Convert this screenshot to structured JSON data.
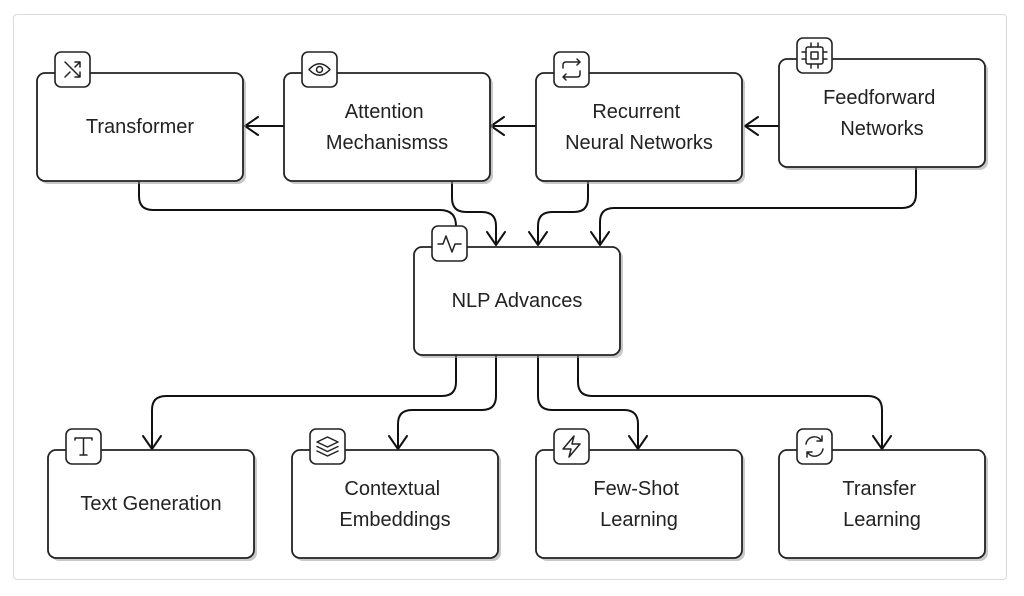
{
  "nodes": {
    "transformer": {
      "lines": [
        "Transformer"
      ],
      "icon": "shuffle-icon"
    },
    "attention": {
      "lines": [
        "Attention",
        "Mechanismss"
      ],
      "icon": "eye-icon"
    },
    "recurrent": {
      "lines": [
        "Recurrent",
        "Neural Networks"
      ],
      "icon": "repeat-icon"
    },
    "feedforward": {
      "lines": [
        "Feedforward",
        "Networks"
      ],
      "icon": "cpu-icon"
    },
    "nlp": {
      "lines": [
        "NLP Advances"
      ],
      "icon": "activity-icon"
    },
    "textgen": {
      "lines": [
        "Text Generation"
      ],
      "icon": "type-icon"
    },
    "contextual": {
      "lines": [
        "Contextual",
        "Embeddings"
      ],
      "icon": "layers-icon"
    },
    "fewshot": {
      "lines": [
        "Few-Shot",
        "Learning"
      ],
      "icon": "zap-icon"
    },
    "transfer": {
      "lines": [
        "Transfer",
        "Learning"
      ],
      "icon": "refresh-icon"
    }
  },
  "edges": [
    {
      "from": "attention",
      "to": "transformer"
    },
    {
      "from": "recurrent",
      "to": "attention"
    },
    {
      "from": "feedforward",
      "to": "recurrent"
    },
    {
      "from": "transformer",
      "to": "nlp"
    },
    {
      "from": "attention",
      "to": "nlp"
    },
    {
      "from": "recurrent",
      "to": "nlp"
    },
    {
      "from": "feedforward",
      "to": "nlp"
    },
    {
      "from": "nlp",
      "to": "textgen"
    },
    {
      "from": "nlp",
      "to": "contextual"
    },
    {
      "from": "nlp",
      "to": "fewshot"
    },
    {
      "from": "nlp",
      "to": "transfer"
    }
  ]
}
